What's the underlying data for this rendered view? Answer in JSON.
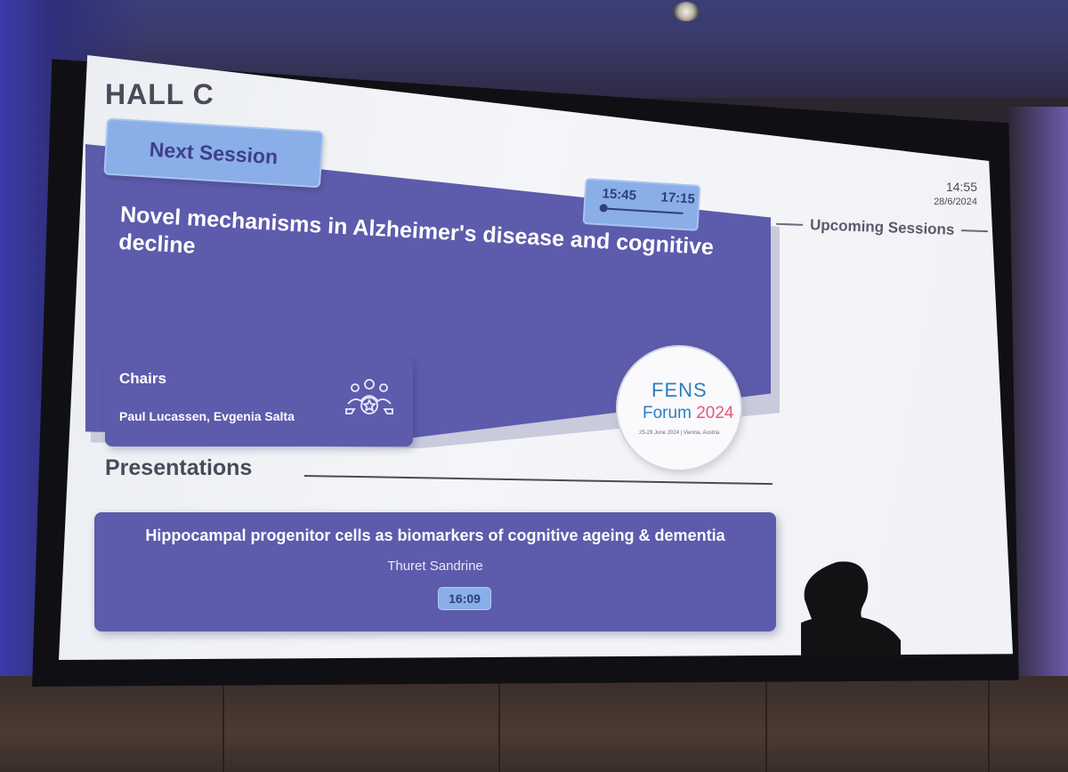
{
  "hall": "HALL C",
  "next_session": {
    "tab_label": "Next Session",
    "start_time": "15:45",
    "end_time": "17:15",
    "title": "Novel mechanisms in Alzheimer's disease and cognitive decline"
  },
  "chairs": {
    "label": "Chairs",
    "names": "Paul Lucassen, Evgenia Salta",
    "icon": "group-award-icon"
  },
  "logo": {
    "line1": "FENS",
    "line2_word": "Forum",
    "line2_year": "2024",
    "dates": "25-29 June 2024 | Vienna, Austria"
  },
  "clock": {
    "time": "14:55",
    "date": "28/6/2024"
  },
  "upcoming": {
    "label": "Upcoming Sessions"
  },
  "presentations": {
    "heading": "Presentations",
    "items": [
      {
        "title": "Hippocampal progenitor cells as biomarkers of cognitive ageing & dementia",
        "speaker": "Thuret Sandrine",
        "time": "16:09"
      }
    ]
  },
  "colors": {
    "card": "#5d5bac",
    "accent": "#8aaee8",
    "background": "#f1f2f5"
  }
}
